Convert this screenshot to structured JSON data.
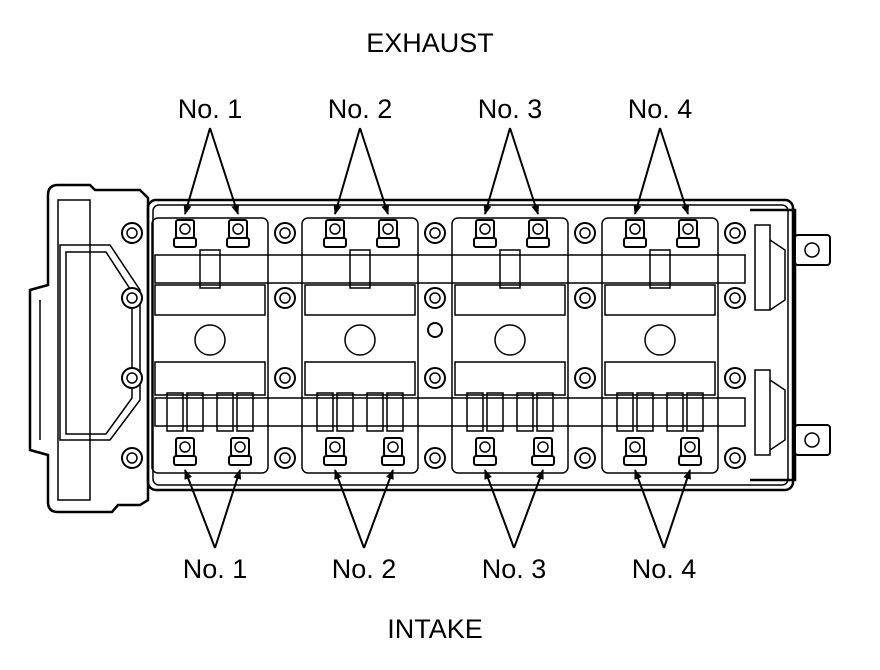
{
  "labels": {
    "exhaust": "EXHAUST",
    "intake": "INTAKE",
    "exhaust_cylinders": [
      "No. 1",
      "No. 2",
      "No. 3",
      "No. 4"
    ],
    "intake_cylinders": [
      "No. 1",
      "No. 2",
      "No. 3",
      "No. 4"
    ]
  },
  "colors": {
    "line": "#000000",
    "background": "#ffffff"
  }
}
